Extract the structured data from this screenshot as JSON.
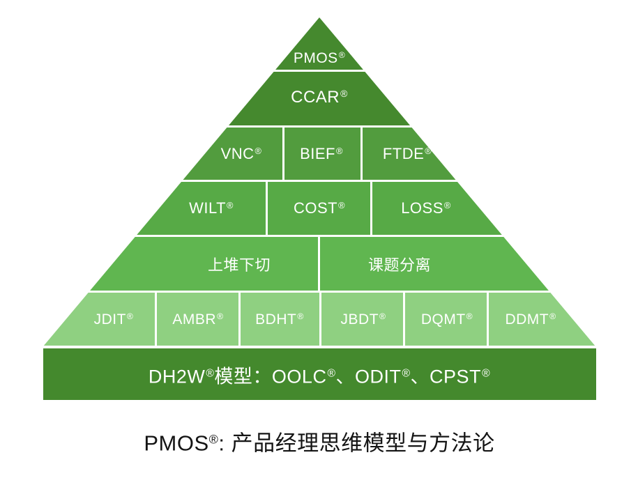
{
  "diagram": {
    "type": "pyramid",
    "caption": "PMOS®: 产品经理思维模型与方法论",
    "divider_color": "#ffffff",
    "text_color": "#ffffff",
    "caption_color": "#141414",
    "levels": [
      {
        "name": "level-1",
        "color": "#45892E",
        "cells": [
          {
            "label": "PMOS®"
          }
        ]
      },
      {
        "name": "level-2",
        "color": "#45892E",
        "cells": [
          {
            "label": "CCAR®"
          }
        ]
      },
      {
        "name": "level-3",
        "color": "#529C3E",
        "cells": [
          {
            "label": "VNC®"
          },
          {
            "label": "BIEF®"
          },
          {
            "label": "FTDE®"
          }
        ]
      },
      {
        "name": "level-4",
        "color": "#57AA46",
        "cells": [
          {
            "label": "WILT®"
          },
          {
            "label": "COST®"
          },
          {
            "label": "LOSS®"
          }
        ]
      },
      {
        "name": "level-5",
        "color": "#60B650",
        "cells": [
          {
            "label": "上堆下切"
          },
          {
            "label": "课题分离"
          }
        ]
      },
      {
        "name": "level-6",
        "color": "#8FD081",
        "cells": [
          {
            "label": "JDIT®"
          },
          {
            "label": "AMBR®"
          },
          {
            "label": "BDHT®"
          },
          {
            "label": "JBDT®"
          },
          {
            "label": "DQMT®"
          },
          {
            "label": "DDMT®"
          }
        ]
      }
    ],
    "base_bar": {
      "color": "#44892D",
      "label": "DH2W®模型：OOLC®、ODIT®、CPST®"
    }
  }
}
